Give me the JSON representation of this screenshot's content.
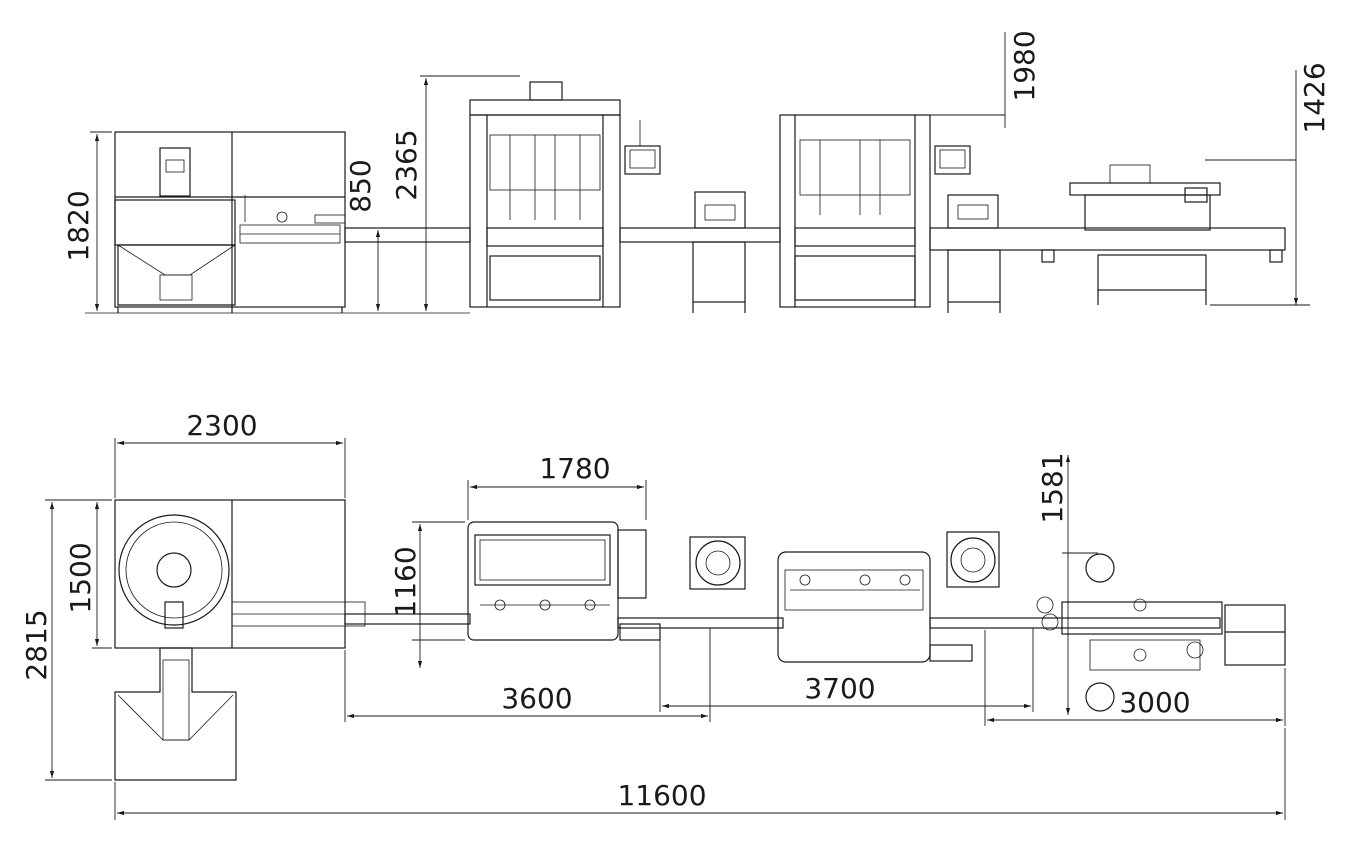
{
  "side_view": {
    "dims": {
      "d1820": "1820",
      "d850": "850",
      "d2365": "2365",
      "d1980": "1980",
      "d1426": "1426"
    }
  },
  "top_view": {
    "dims": {
      "d2300": "2300",
      "d1500": "1500",
      "d2815": "2815",
      "d1780": "1780",
      "d1160": "1160",
      "d1581": "1581",
      "d3600": "3600",
      "d3700": "3700",
      "d3000": "3000",
      "d11600": "11600"
    }
  }
}
